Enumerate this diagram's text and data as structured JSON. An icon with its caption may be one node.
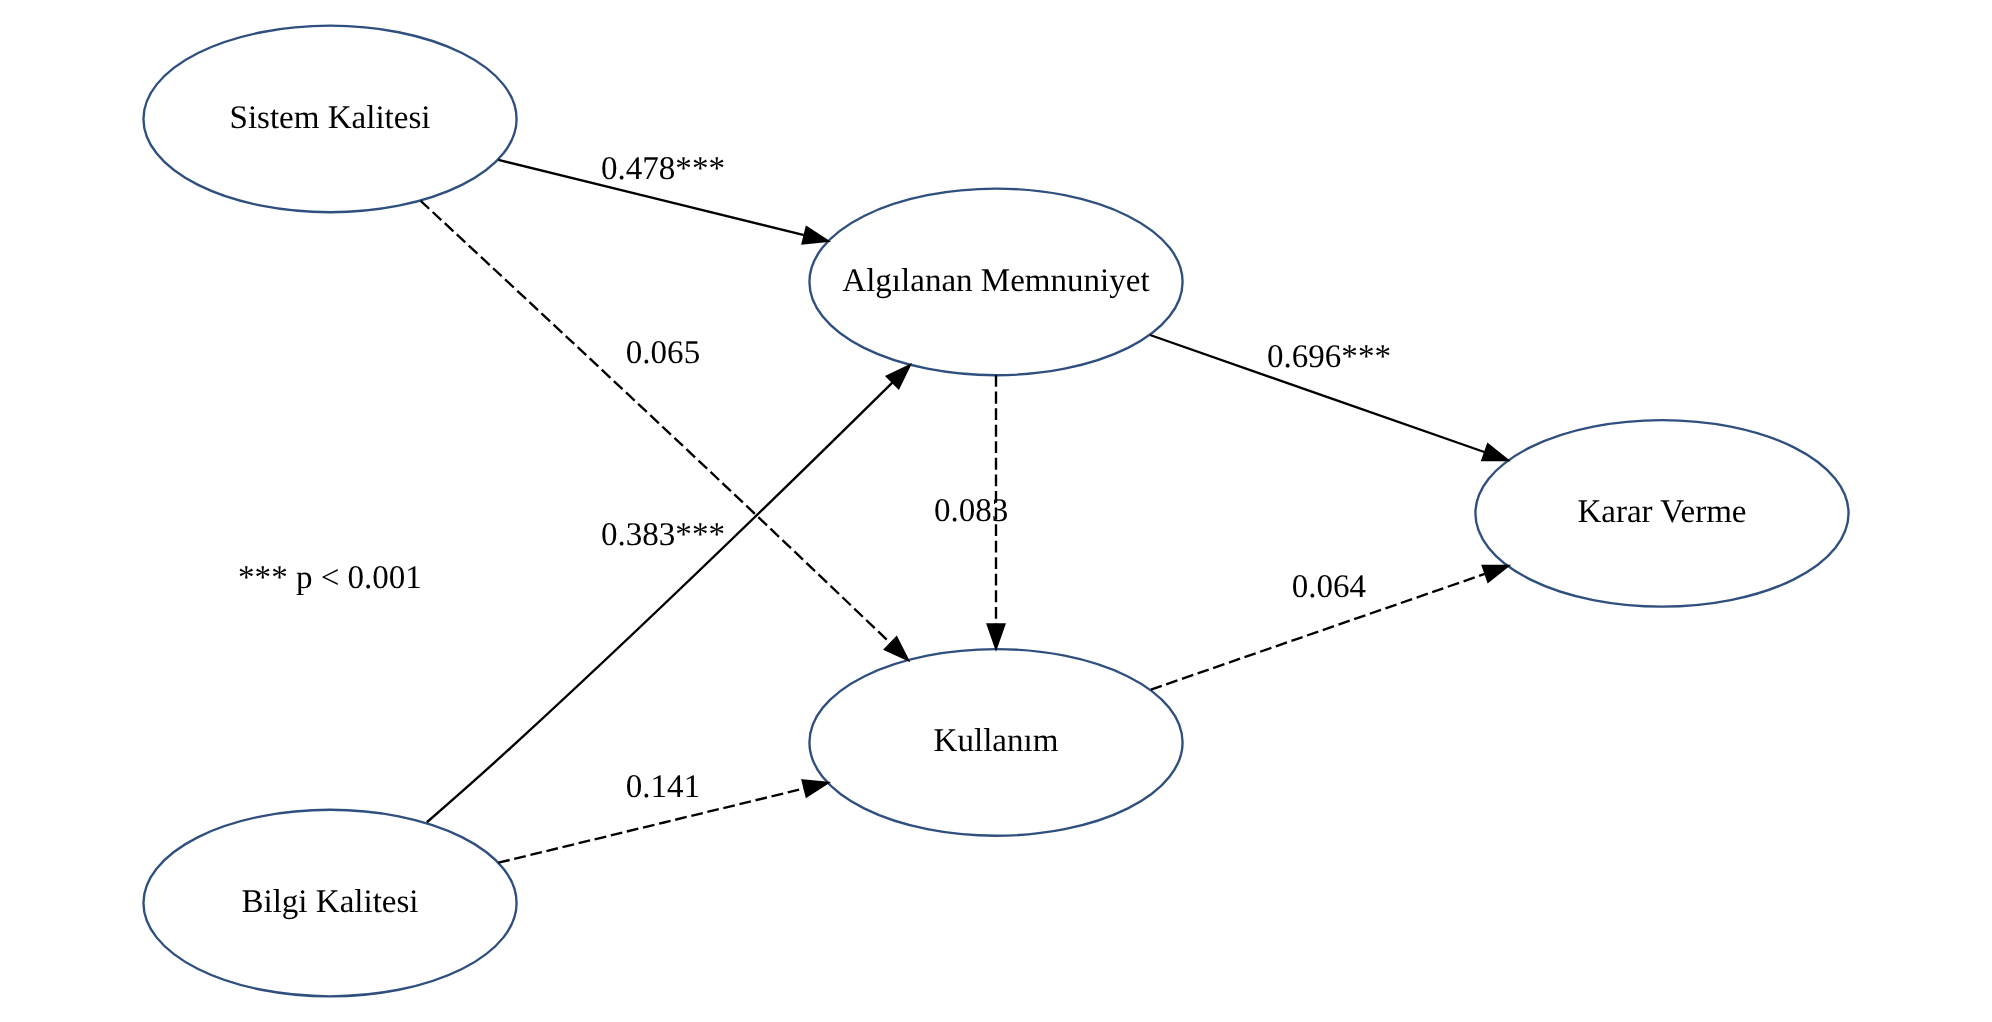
{
  "diagram": {
    "nodes": [
      {
        "text": [
          "Bilgi Kalitesi"
        ]
      },
      {
        "text": [
          "Kullanım"
        ]
      },
      {
        "text": [
          "Karar Verme"
        ]
      },
      {
        "text": [
          "Algılanan Memnuniyet"
        ]
      },
      {
        "text": [
          "Sistem Kalitesi"
        ]
      }
    ],
    "edges": [
      {
        "from": 0,
        "to": 1,
        "arrow": "to",
        "label": "0.141",
        "style": "dashed"
      },
      {
        "from": 0,
        "to": 3,
        "arrow": "to",
        "label": "0.383***"
      },
      {
        "from": 4,
        "to": 1,
        "arrow": "to",
        "label": "0.065",
        "style": "dashed"
      },
      {
        "from": 4,
        "to": 3,
        "arrow": "to",
        "label": "0.478***"
      },
      {
        "from": 3,
        "to": 1,
        "arrow": "to",
        "label": "0.083",
        "style": "dashed"
      },
      {
        "from": 1,
        "to": 2,
        "arrow": "to",
        "label": "0.064",
        "style": "dashed"
      },
      {
        "from": 3,
        "to": 2,
        "arrow": "to",
        "label": "0.696***"
      }
    ],
    "labels": [
      "*** p < 0.001"
    ]
  }
}
